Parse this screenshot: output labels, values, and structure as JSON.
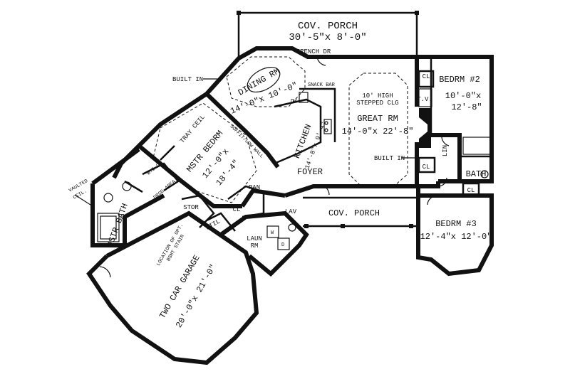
{
  "rooms": {
    "cov_porch_top": {
      "name": "COV. PORCH",
      "dims": "30'-5\"x 8'-0\""
    },
    "dining": {
      "name": "DINING RM",
      "dims": "14'-0\"x 10'-0\""
    },
    "kitchen": {
      "name": "KITCHEN",
      "dims": "14'-8\"x 9'-4\""
    },
    "great_rm": {
      "name": "GREAT RM",
      "dims": "14'-0\"x 22'-8\"",
      "note_1": "10' HIGH",
      "note_2": "STEPPED CLG"
    },
    "bedrm2": {
      "name": "BEDRM #2",
      "dims_1": "10'-0\"x",
      "dims_2": "12'-8\""
    },
    "bedrm3": {
      "name": "BEDRM #3",
      "dims": "12'-4\"x 12'-0\""
    },
    "mstr_bedrm": {
      "name": "MSTR BEDRM",
      "dims_1": "12'-0\"x",
      "dims_2": "18'-4\"",
      "note": "TRAY CEIL"
    },
    "mstr_bath": {
      "name": "MSTR BATH"
    },
    "bath": {
      "name": "BATH"
    },
    "foyer": {
      "name": "FOYER"
    },
    "cov_porch_front": {
      "name": "COV. PORCH"
    },
    "garage": {
      "name": "TWO CAR GARAGE",
      "dims": "20'-0\"x 21'-0\""
    },
    "laun": {
      "name_1": "LAUN",
      "name_2": "RM"
    }
  },
  "labels": {
    "french_dr": "FRENCH DR",
    "built_in_left": "BUILT IN",
    "built_in_right": "BUILT IN",
    "snack_bar": "SNACK BAR",
    "cl": "CL",
    "tv": "T.V.",
    "lin": "LIN",
    "lav": "LAV",
    "pan": "PAN",
    "util": "UTIL",
    "stor": "STOR",
    "wicl": "W.I.CL",
    "drsg_area": "DRSG AREA",
    "vaulted_1": "VAULTED",
    "vaulted_2": "CEIL.",
    "stair_1": "LOCATION OF OPT.",
    "stair_2": "BSMT STAIR",
    "dw": "DW",
    "wall_note": "SOFFIT/LOW WALL",
    "w": "W",
    "d": "D"
  }
}
